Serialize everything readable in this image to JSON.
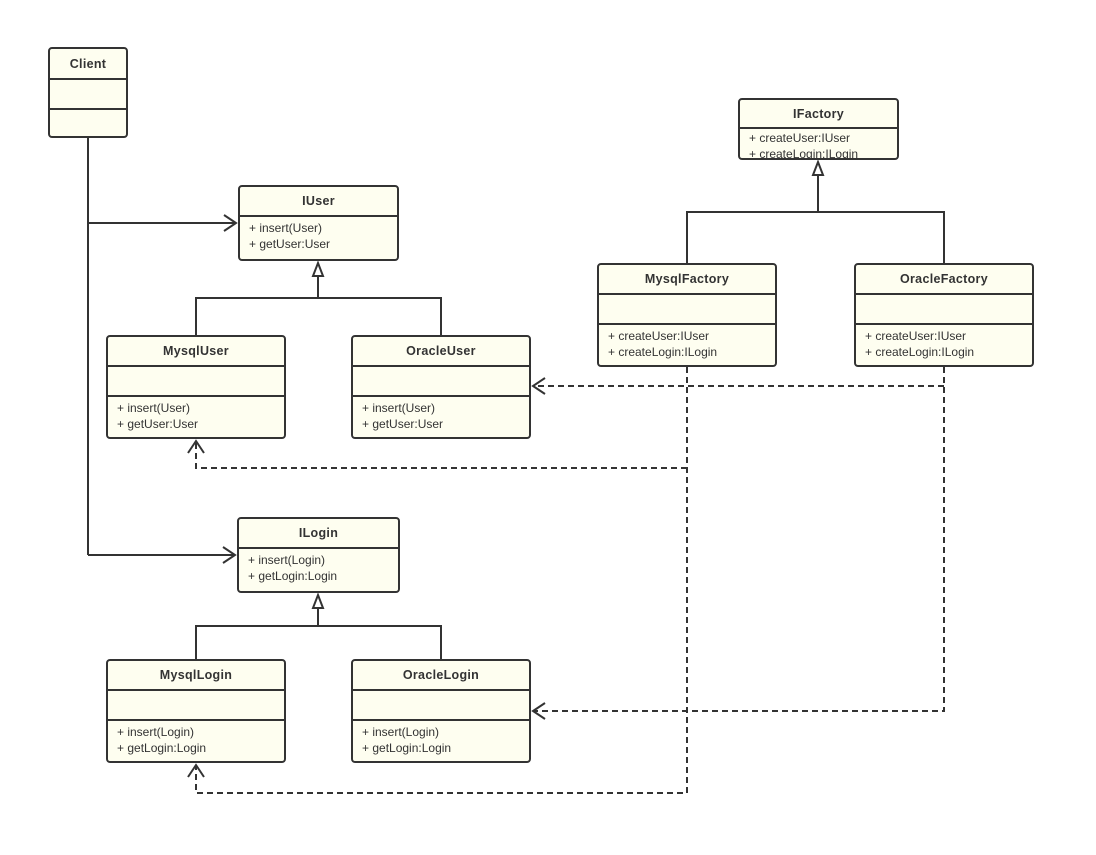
{
  "diagram": {
    "classes": [
      {
        "id": "client",
        "name": "Client",
        "attributes": [],
        "methods": [],
        "compartments": 3
      },
      {
        "id": "iuser",
        "name": "IUser",
        "attributes": [],
        "methods": [
          "+ insert(User)",
          "+ getUser:User"
        ],
        "compartments": 2
      },
      {
        "id": "mysqluser",
        "name": "MysqlUser",
        "attributes": [],
        "methods": [
          "+ insert(User)",
          "+ getUser:User"
        ],
        "compartments": 3
      },
      {
        "id": "oracleuser",
        "name": "OracleUser",
        "attributes": [],
        "methods": [
          "+ insert(User)",
          "+ getUser:User"
        ],
        "compartments": 3
      },
      {
        "id": "ifactory",
        "name": "IFactory",
        "attributes": [],
        "methods": [
          "+ createUser:IUser",
          "+ createLogin:ILogin"
        ],
        "compartments": 2
      },
      {
        "id": "mysqlfactory",
        "name": "MysqlFactory",
        "attributes": [],
        "methods": [
          "+ createUser:IUser",
          "+ createLogin:ILogin"
        ],
        "compartments": 3
      },
      {
        "id": "oraclefactory",
        "name": "OracleFactory",
        "attributes": [],
        "methods": [
          "+ createUser:IUser",
          "+ createLogin:ILogin"
        ],
        "compartments": 3
      },
      {
        "id": "ilogin",
        "name": "ILogin",
        "attributes": [],
        "methods": [
          "+ insert(Login)",
          "+ getLogin:Login"
        ],
        "compartments": 2
      },
      {
        "id": "mysqllogin",
        "name": "MysqlLogin",
        "attributes": [],
        "methods": [
          "+ insert(Login)",
          "+ getLogin:Login"
        ],
        "compartments": 3
      },
      {
        "id": "oraclelogin",
        "name": "OracleLogin",
        "attributes": [],
        "methods": [
          "+ insert(Login)",
          "+ getLogin:Login"
        ],
        "compartments": 3
      }
    ],
    "relations": [
      {
        "type": "association",
        "from": "Client",
        "to": "IUser"
      },
      {
        "type": "association",
        "from": "Client",
        "to": "ILogin"
      },
      {
        "type": "generalization",
        "from": "MysqlUser",
        "to": "IUser"
      },
      {
        "type": "generalization",
        "from": "OracleUser",
        "to": "IUser"
      },
      {
        "type": "generalization",
        "from": "MysqlLogin",
        "to": "ILogin"
      },
      {
        "type": "generalization",
        "from": "OracleLogin",
        "to": "ILogin"
      },
      {
        "type": "generalization",
        "from": "MysqlFactory",
        "to": "IFactory"
      },
      {
        "type": "generalization",
        "from": "OracleFactory",
        "to": "IFactory"
      },
      {
        "type": "dependency",
        "from": "MysqlFactory",
        "to": "MysqlUser"
      },
      {
        "type": "dependency",
        "from": "MysqlFactory",
        "to": "MysqlLogin"
      },
      {
        "type": "dependency",
        "from": "OracleFactory",
        "to": "OracleUser"
      },
      {
        "type": "dependency",
        "from": "OracleFactory",
        "to": "OracleLogin"
      }
    ],
    "colors": {
      "fill": "#fefef0",
      "stroke": "#333333"
    }
  }
}
